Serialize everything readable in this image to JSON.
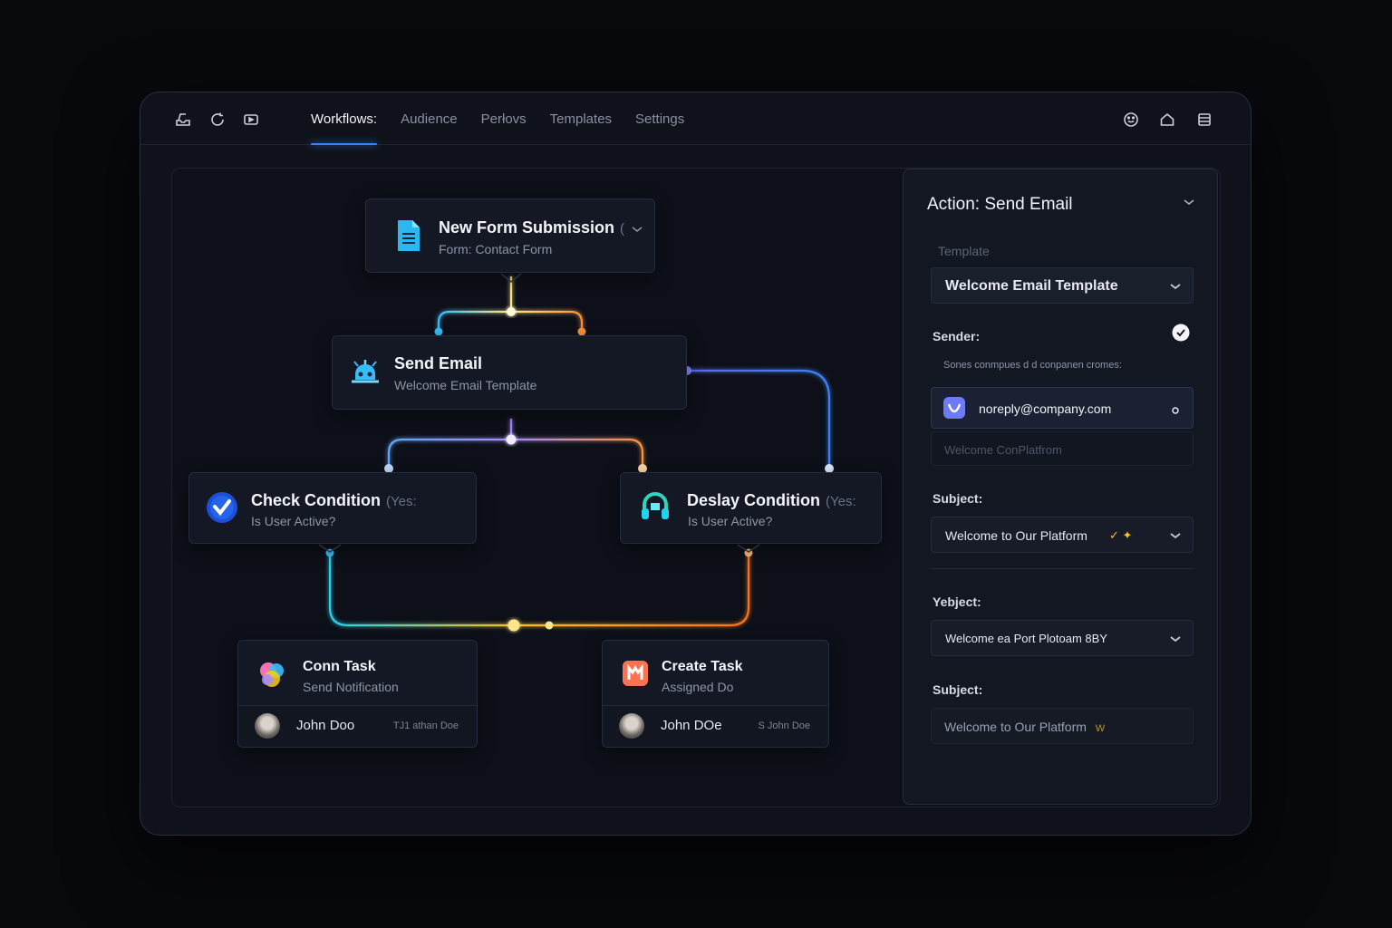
{
  "header": {
    "left_icons": [
      "inbox-icon",
      "refresh-icon",
      "video-icon"
    ],
    "tabs": [
      {
        "label": "Workflows:",
        "active": true
      },
      {
        "label": "Audience",
        "active": false
      },
      {
        "label": "Perłovs",
        "active": false
      },
      {
        "label": "Templates",
        "active": false
      },
      {
        "label": "Settings",
        "active": false
      }
    ],
    "right_icons": [
      "smile-icon",
      "home-icon",
      "list-icon"
    ],
    "accent": "#3b82f6"
  },
  "nodes": {
    "trigger": {
      "title": "New Form Submission",
      "extra": "(",
      "subtitle": "Form: Contact Form",
      "icon": "document-icon"
    },
    "send_email": {
      "title": "Send Email",
      "subtitle": "Welcome Email Template",
      "icon": "robot-icon"
    },
    "check": {
      "title": "Check Condition",
      "extra": "(Yes:",
      "subtitle": "Is User Active?",
      "icon": "check-badge-icon"
    },
    "delay": {
      "title": "Deslay Condition",
      "extra": "(Yes:",
      "subtitle": "Is User Active?",
      "icon": "headset-icon"
    },
    "conn_task": {
      "title": "Conn Task",
      "subtitle": "Send Notification",
      "user": "John Doo",
      "meta": "TJ1 athan Doe",
      "icon": "colorful-blob-icon"
    },
    "create_task": {
      "title": "Create Task",
      "subtitle": "Assigned Do",
      "user": "John DOe",
      "meta": "S John Doe",
      "icon": "task-icon"
    }
  },
  "panel": {
    "title": "Action: Send Email",
    "template_label": "Template",
    "template_value": "Welcome Email Template",
    "sender_label": "Sender:",
    "sender_hint": "Sones conmpues d d conpanen cromes:",
    "sender_email": "noreply@company.com",
    "sender_placeholder": "Welcome ConPlatfrom",
    "subject_label": "Subject:",
    "subject_value": "Welcome to Our Platform",
    "yebject_label": "Yebject:",
    "yebject_value": "Welcome ea Port Plotoam 8BY",
    "subject2_label": "Subject:",
    "subject2_value": "Welcome to Our Platform",
    "subject2_suffix": "W"
  }
}
